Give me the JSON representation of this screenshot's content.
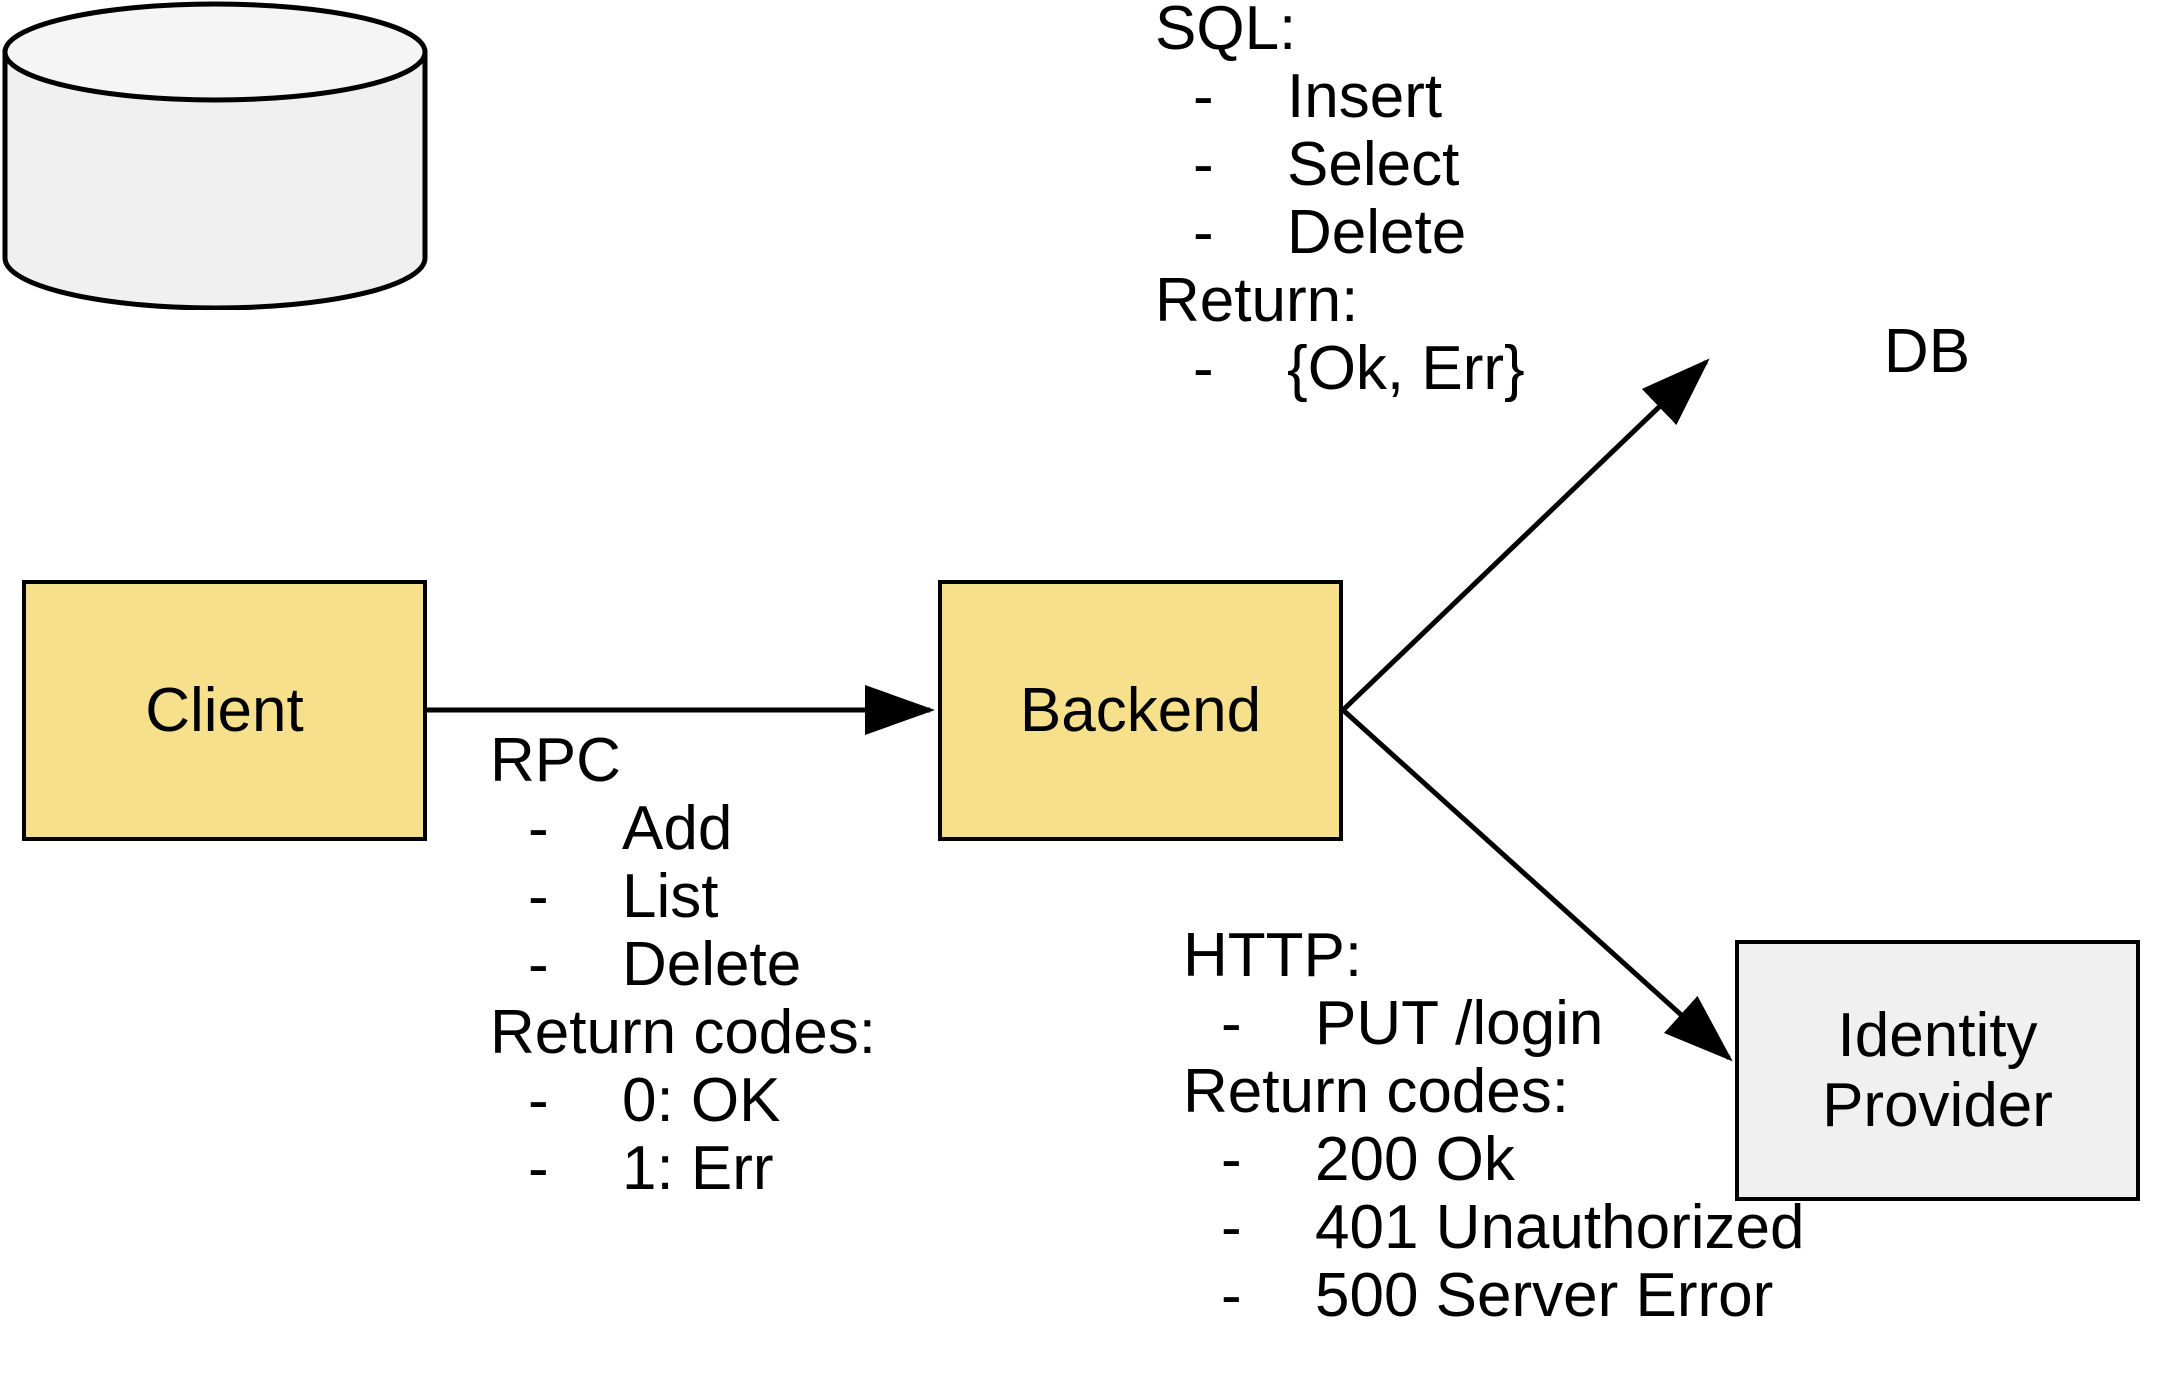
{
  "diagram": {
    "title": "Client / Backend / DB / Identity Provider architecture",
    "colors": {
      "service_fill": "#f7e08c",
      "store_fill": "#f0f0f0",
      "stroke": "#000000",
      "background": "#ffffff"
    }
  },
  "nodes": {
    "client": {
      "label": "Client",
      "shape": "rectangle",
      "fill": "#f7e08c"
    },
    "backend": {
      "label": "Backend",
      "shape": "rectangle",
      "fill": "#f7e08c"
    },
    "db": {
      "label": "DB",
      "shape": "cylinder",
      "fill": "#f0f0f0"
    },
    "identity_provider": {
      "label": "Identity\nProvider",
      "shape": "rectangle",
      "fill": "#f0f0f0"
    }
  },
  "edges": {
    "client_to_backend": {
      "from": "Client",
      "to": "Backend",
      "protocol": "RPC",
      "direction": "right"
    },
    "backend_to_db": {
      "from": "Backend",
      "to": "DB",
      "protocol": "SQL",
      "direction": "up-right"
    },
    "backend_to_idp": {
      "from": "Backend",
      "to": "Identity Provider",
      "protocol": "HTTP",
      "direction": "down-right"
    }
  },
  "annotations": {
    "rpc": {
      "heading": "RPC",
      "methods": [
        "Add",
        "List",
        "Delete"
      ],
      "returns_heading": "Return codes:",
      "returns": [
        "0: OK",
        "1: Err"
      ],
      "dash": "-"
    },
    "sql": {
      "heading": "SQL:",
      "methods": [
        "Insert",
        "Select",
        "Delete"
      ],
      "returns_heading": "Return:",
      "returns": [
        "{Ok, Err}"
      ],
      "dash": "-"
    },
    "http": {
      "heading": "HTTP:",
      "methods": [
        "PUT /login"
      ],
      "returns_heading": "Return codes:",
      "returns": [
        "200 Ok",
        "401 Unauthorized",
        "500 Server Error"
      ],
      "dash": "-"
    }
  }
}
